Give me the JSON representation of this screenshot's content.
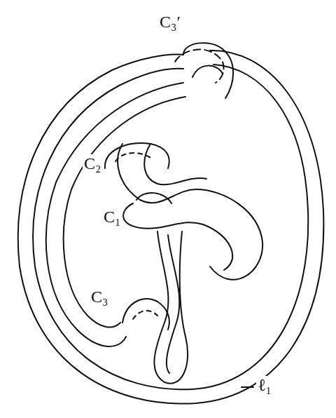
{
  "diagram": {
    "labels": [
      "C₃′",
      "C₂",
      "C₁",
      "C₃",
      "ℓ₁"
    ]
  }
}
